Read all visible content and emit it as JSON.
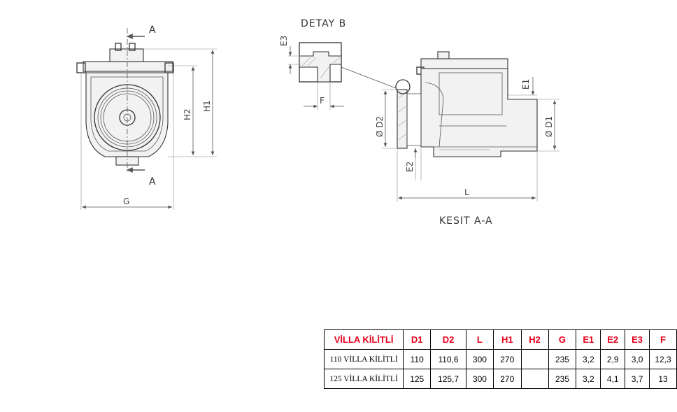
{
  "drawing": {
    "front_view": {
      "section_top": "A",
      "section_bottom": "A",
      "dim_width": "G",
      "dim_h1": "H1",
      "dim_h2": "H2"
    },
    "detail": {
      "title": "DETAY B",
      "dim_e3": "E3",
      "dim_f": "F"
    },
    "section_view": {
      "title": "KESIT A-A",
      "dim_d1": "Ø D1",
      "dim_d2": "Ø D2",
      "dim_e1": "E1",
      "dim_e2": "E2",
      "dim_l": "L"
    }
  },
  "table": {
    "headers": [
      "VİLLA KİLİTLİ",
      "D1",
      "D2",
      "L",
      "H1",
      "H2",
      "G",
      "E1",
      "E2",
      "E3",
      "F"
    ],
    "rows": [
      [
        "110 VİLLA KİLİTLİ",
        "110",
        "110,6",
        "300",
        "270",
        "",
        "235",
        "3,2",
        "2,9",
        "3,0",
        "12,3"
      ],
      [
        "125 VİLLA KİLİTLİ",
        "125",
        "125,7",
        "300",
        "270",
        "",
        "235",
        "3,2",
        "4,1",
        "3,7",
        "13"
      ]
    ],
    "colors": {
      "header_text": "#e3001b",
      "border": "#000000"
    }
  }
}
